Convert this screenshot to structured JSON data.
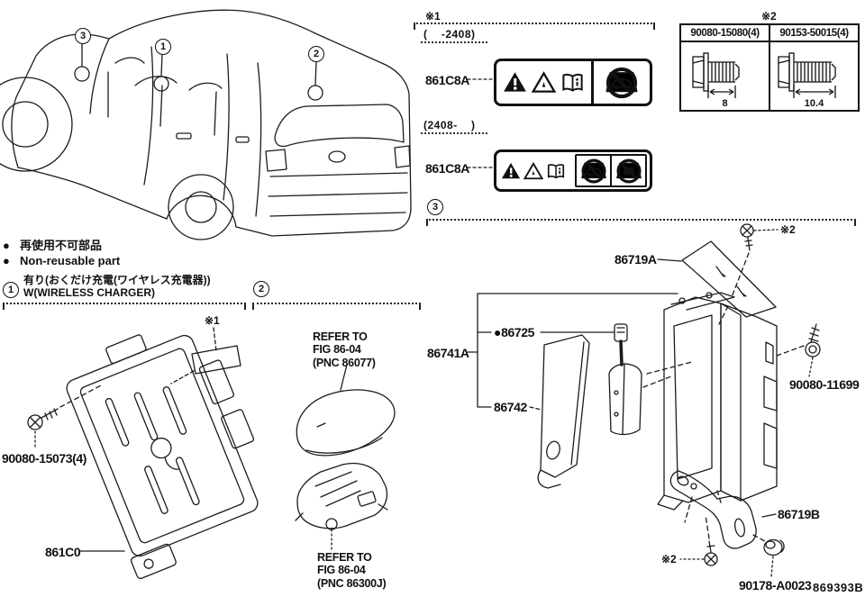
{
  "top_labels": {
    "ref1": "※1",
    "date_early": "(    -2408)",
    "part_861c8a_1": "861C8A",
    "date_late": "(2408-    )",
    "part_861c8a_2": "861C8A"
  },
  "fastener_table": {
    "ref2": "※2",
    "cols": [
      {
        "part_no": "90080-15080(4)",
        "length": "8"
      },
      {
        "part_no": "90153-50015(4)",
        "length": "10.4"
      }
    ]
  },
  "legend": {
    "bullet": "●",
    "non_reusable_jp": "再使用不可部品",
    "non_reusable_en": "Non-reusable part"
  },
  "sections": {
    "one": {
      "num": "1",
      "note_jp": "有り(おくだけ充電(ワイヤレス充電器))",
      "note_en": "W(WIRELESS CHARGER)"
    },
    "two": {
      "num": "2"
    },
    "three": {
      "num": "3"
    }
  },
  "car_callouts": {
    "c1": "1",
    "c2": "2",
    "c3": "3"
  },
  "section1": {
    "ref1": "※1",
    "screw_part": "90080-15073(4)",
    "main_part": "861C0"
  },
  "section2": {
    "refer_top": {
      "l1": "REFER TO",
      "l2": "FIG 86-04",
      "l3": "(PNC 86077)"
    },
    "refer_bottom": {
      "l1": "REFER TO",
      "l2": "FIG 86-04",
      "l3": "(PNC 86300J)"
    }
  },
  "section3": {
    "ref2_top": "※2",
    "p86719a": "86719A",
    "p86741a": "86741A",
    "bullet": "●",
    "p86725": "86725",
    "p86742": "86742",
    "p90080_11699": "90080-11699",
    "p86719b": "86719B",
    "ref2_bottom": "※2",
    "p90178_a0023": "90178-A0023"
  },
  "footer": {
    "diagram_code": "869393B"
  }
}
